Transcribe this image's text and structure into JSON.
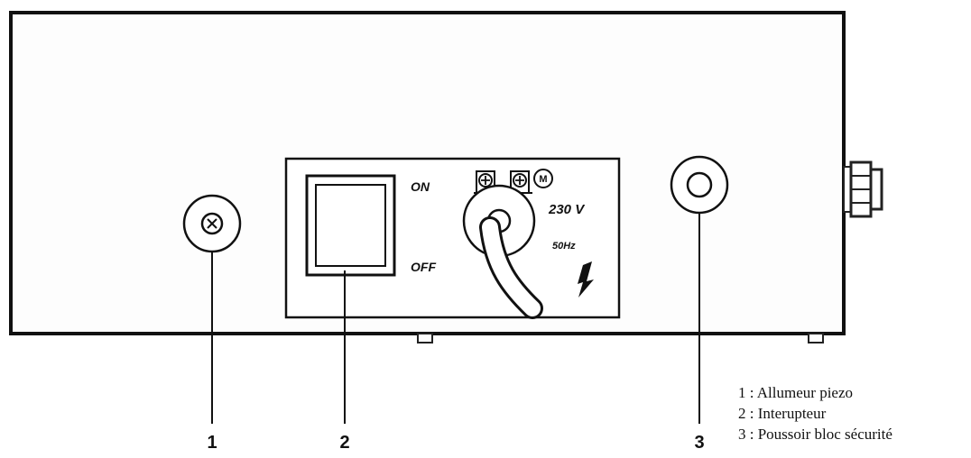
{
  "panel": {
    "switch_on_label": "ON",
    "switch_off_label": "OFF",
    "terminal_symbol": "M",
    "voltage_label": "230 V",
    "frequency_label": "50Hz"
  },
  "callouts": [
    {
      "number": "1"
    },
    {
      "number": "2"
    },
    {
      "number": "3"
    }
  ],
  "legend": {
    "items": [
      "1 : Allumeur piezo",
      "2 : Interupteur",
      "3 : Poussoir bloc sécurité"
    ]
  }
}
